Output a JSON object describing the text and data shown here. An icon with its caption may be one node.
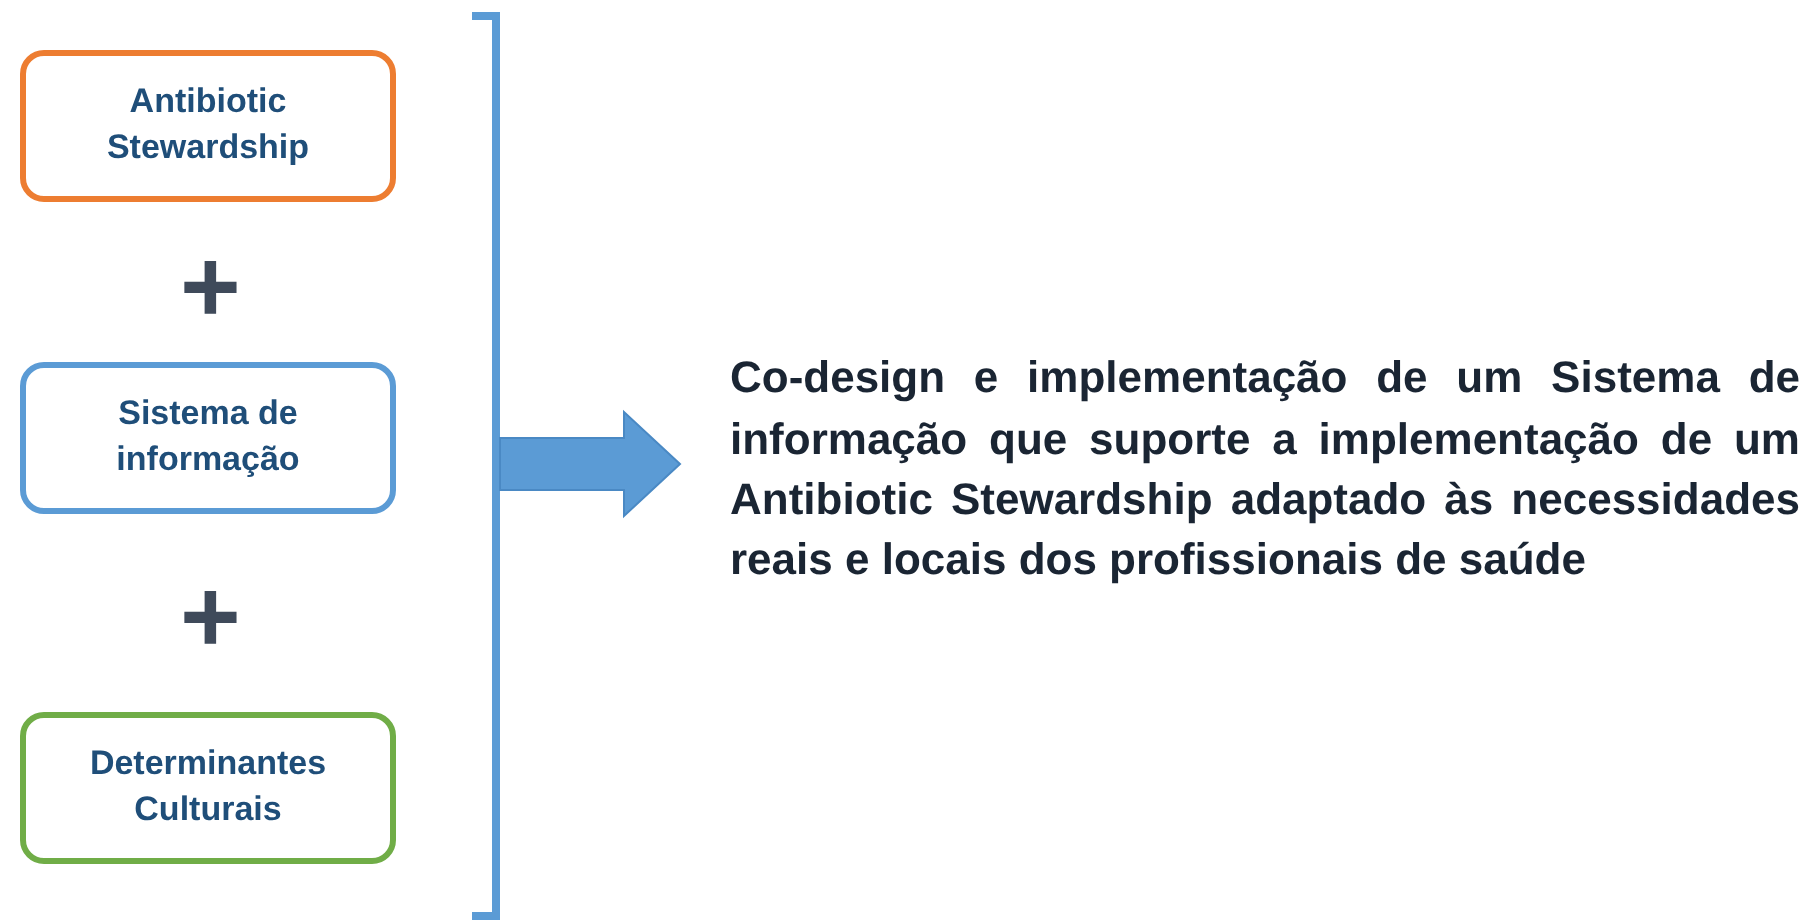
{
  "diagram": {
    "nodes": [
      {
        "text": [
          "Antibiotic Stewardship"
        ]
      },
      {
        "text": [
          "Sistema de informação"
        ]
      },
      {
        "text": [
          "Determinantes Culturais"
        ]
      },
      {
        "text": [
          "Co-design e implementação de um Sistema de informação que suporte a implementação de um Antibiotic Stewardship adaptado às necessidades reais e locais dos profissionais de saúde"
        ]
      }
    ],
    "edges": [
      {
        "from": null,
        "to": 3,
        "arrow": "to"
      }
    ],
    "labels": [
      "+",
      "+"
    ]
  }
}
